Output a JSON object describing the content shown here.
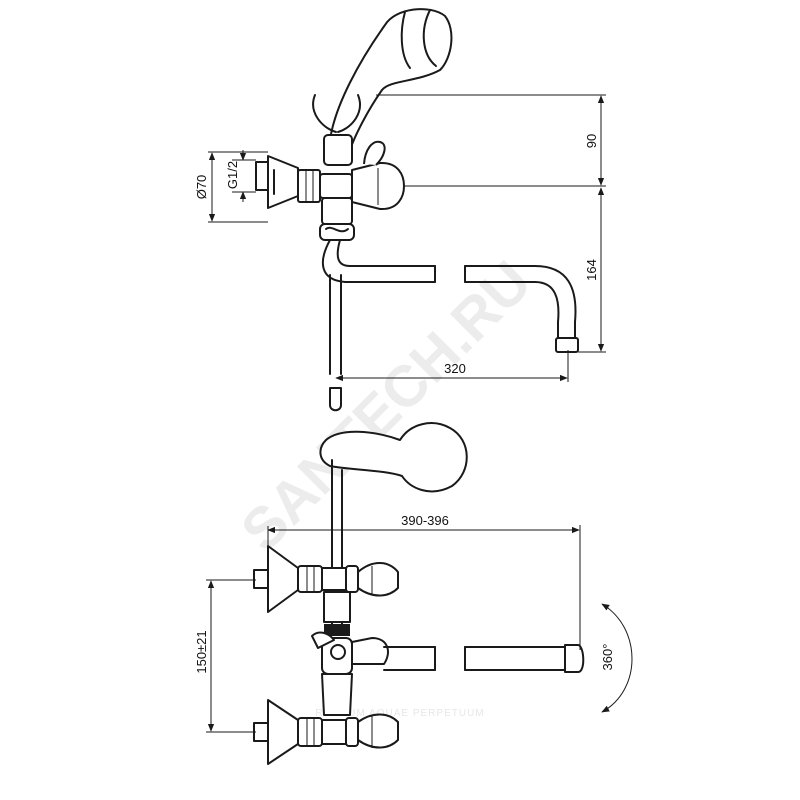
{
  "dimensions": {
    "diameter": "Ø70",
    "thread": "G1/2",
    "height_top": "90",
    "height_spout": "164",
    "spout_reach": "320",
    "overall_width": "390-396",
    "center_distance": "150±21",
    "rotation": "360°"
  },
  "watermark": {
    "main": "SANTECH.RU",
    "secondary": "REGNUM AQUAE PERPETUUM"
  }
}
